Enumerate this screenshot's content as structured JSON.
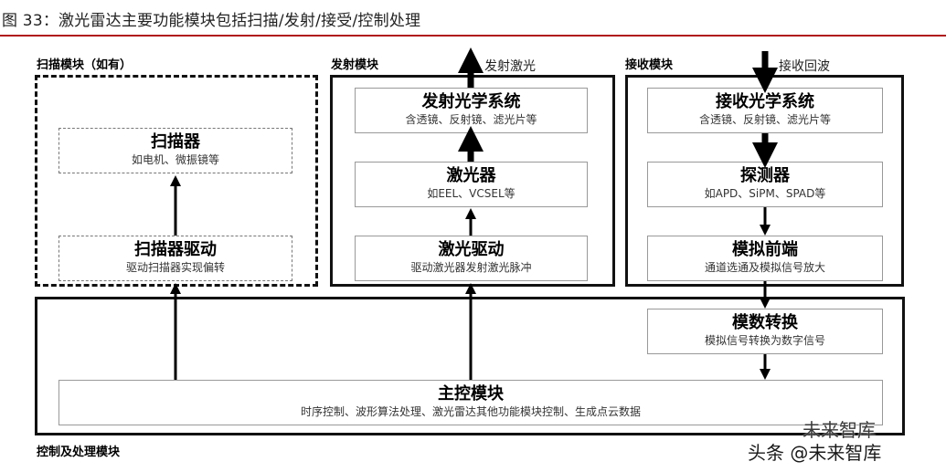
{
  "figure": {
    "title": "图 33：激光雷达主要功能模块包括扫描/发射/接受/控制处理"
  },
  "modules": {
    "scan": {
      "label": "扫描模块（如有）",
      "scanner": {
        "title": "扫描器",
        "desc": "如电机、微振镜等"
      },
      "driver": {
        "title": "扫描器驱动",
        "desc": "驱动扫描器实现偏转"
      }
    },
    "transmit": {
      "label": "发射模块",
      "output_label": "发射激光",
      "optics": {
        "title": "发射光学系统",
        "desc": "含透镜、反射镜、滤光片等"
      },
      "laser": {
        "title": "激光器",
        "desc": "如EEL、VCSEL等"
      },
      "driver": {
        "title": "激光驱动",
        "desc": "驱动激光器发射激光脉冲"
      }
    },
    "receive": {
      "label": "接收模块",
      "input_label": "接收回波",
      "optics": {
        "title": "接收光学系统",
        "desc": "含透镜、反射镜、滤光片等"
      },
      "detector": {
        "title": "探测器",
        "desc": "如APD、SiPM、SPAD等"
      },
      "frontend": {
        "title": "模拟前端",
        "desc": "通道选通及模拟信号放大"
      }
    },
    "control": {
      "label": "控制及处理模块",
      "adc": {
        "title": "模数转换",
        "desc": "模拟信号转换为数字信号"
      },
      "main": {
        "title": "主控模块",
        "desc": "时序控制、波形算法处理、激光雷达其他功能模块控制、生成点云数据"
      }
    }
  },
  "watermark": {
    "brand": "未来智库",
    "source": "头条 @未来智库"
  }
}
